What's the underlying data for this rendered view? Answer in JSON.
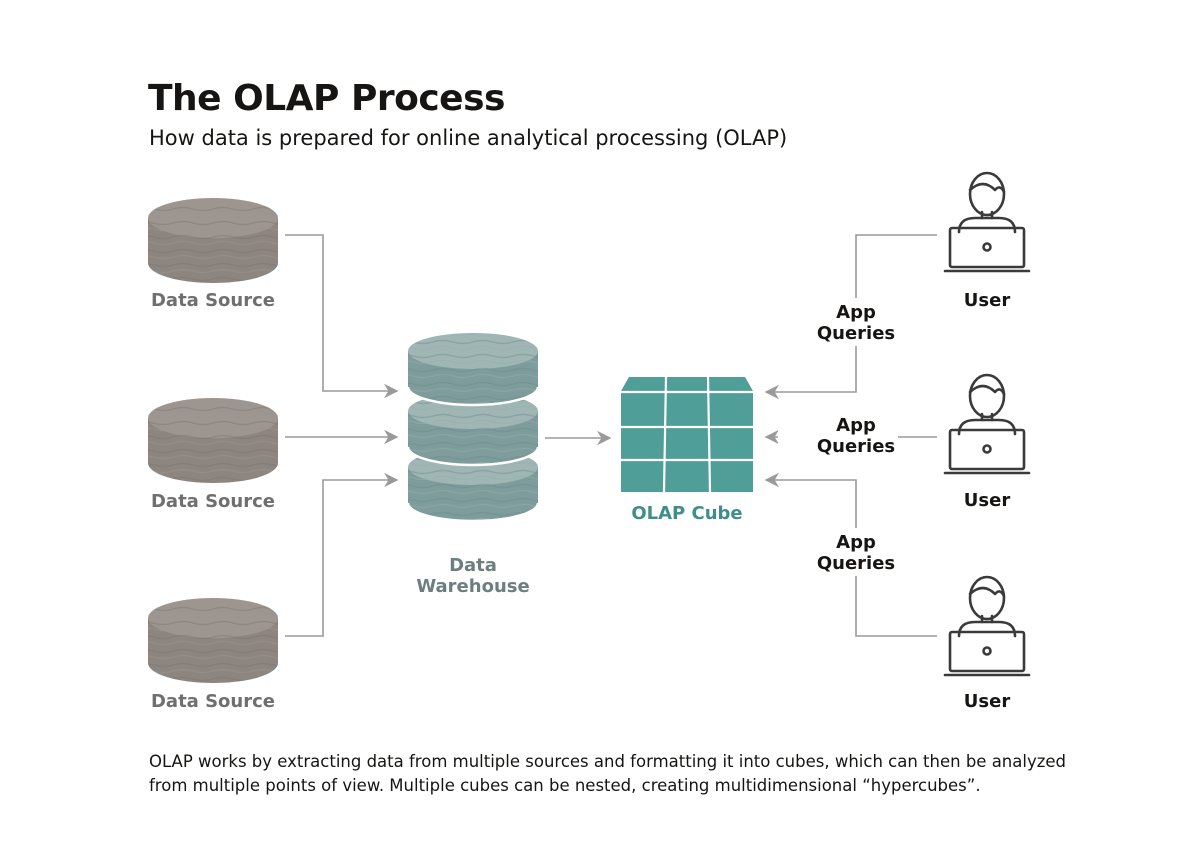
{
  "title": "The OLAP Process",
  "subtitle": "How data is prepared for online analytical processing (OLAP)",
  "nodes": {
    "data_source_label": "Data Source",
    "warehouse_label_line1": "Data",
    "warehouse_label_line2": "Warehouse",
    "cube_label": "OLAP Cube",
    "user_label": "User",
    "app_queries_line1": "App",
    "app_queries_line2": "Queries"
  },
  "caption": "OLAP works by extracting data from multiple sources and formatting it into cubes, which can then be analyzed from multiple points of view. Multiple cubes can be nested, creating multidimensional “hypercubes”.",
  "colors": {
    "source_fill": "#8d8680",
    "source_top": "#9d9690",
    "source_text": "#6f6f6f",
    "warehouse_fill": "#7e9c9b",
    "warehouse_top": "#9fb6b4",
    "warehouse_text": "#6b7f80",
    "cube_fill": "#4f9e98",
    "cube_text": "#3f8e89",
    "arrow": "#9a9a9a",
    "icon_stroke": "#3a3a3a",
    "dark_text": "#161513"
  }
}
